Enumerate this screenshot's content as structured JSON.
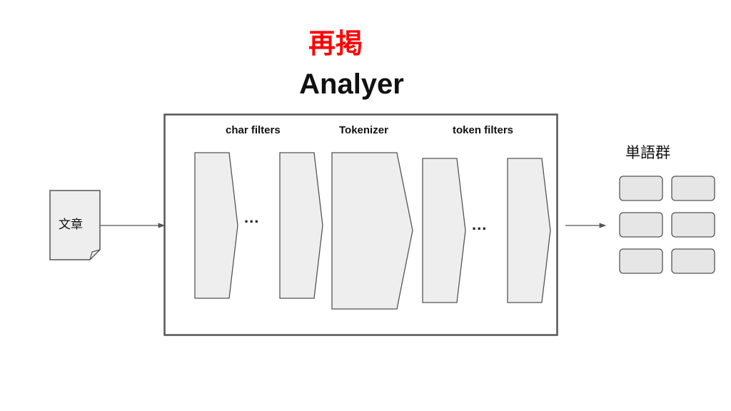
{
  "repost_title": "再掲",
  "title": "Analyer",
  "stages": {
    "char_filters": "char filters",
    "tokenizer": "Tokenizer",
    "token_filters": "token filters"
  },
  "ellipsis": "...",
  "input_document": "文章",
  "output_label": "単語群",
  "colors": {
    "repost_title": "#ff0000",
    "shape_fill": "#eeeeee",
    "word_fill": "#e6e6e6",
    "stroke": "#555555"
  }
}
